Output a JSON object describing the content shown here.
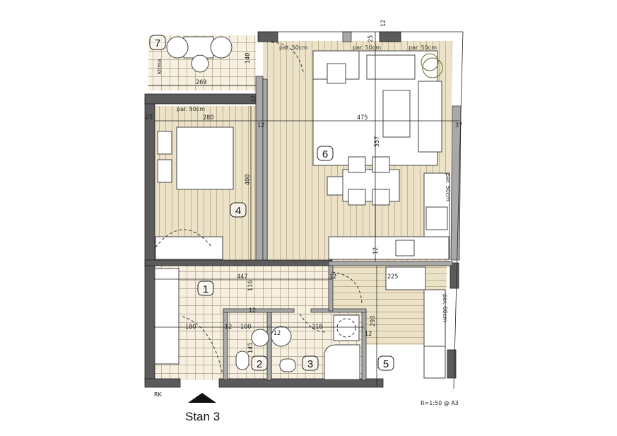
{
  "plan": {
    "title": "Stan 3",
    "scale": "R=1:50 @ A3",
    "riser_label": "RK",
    "ac_label": "klima",
    "rooms": [
      {
        "number": "1"
      },
      {
        "number": "2"
      },
      {
        "number": "3"
      },
      {
        "number": "4"
      },
      {
        "number": "5"
      },
      {
        "number": "6"
      },
      {
        "number": "7"
      }
    ],
    "parapet_labels": [
      "par. 50cm",
      "par. 50cm",
      "par. 50cm",
      "par. 50cm",
      "par. 50cm",
      "par. 80cm"
    ],
    "dimensions": {
      "balcony_width": "269",
      "balcony_depth": "140",
      "bedroom_width": "280",
      "bedroom_depth": "400",
      "living_width": "475",
      "living_depth": "557",
      "wall_37_left": "37",
      "wall_37_right": "37",
      "wall_25_top": "25",
      "wall_12_top": "12",
      "wall_25_left": "25",
      "partition_12_bed": "12",
      "hall_width": "447",
      "hall_depth": "116",
      "partition_12_hall": "12",
      "partition_12_hall2": "12",
      "entry_180": "180",
      "wc_width": "100",
      "wc_12": "12",
      "wc_145": "145",
      "bath_12": "12",
      "bath_width": "218",
      "room5_12": "12",
      "room5_depth": "293",
      "room5_wardrobe": "225",
      "kitchen_12": "12"
    }
  }
}
